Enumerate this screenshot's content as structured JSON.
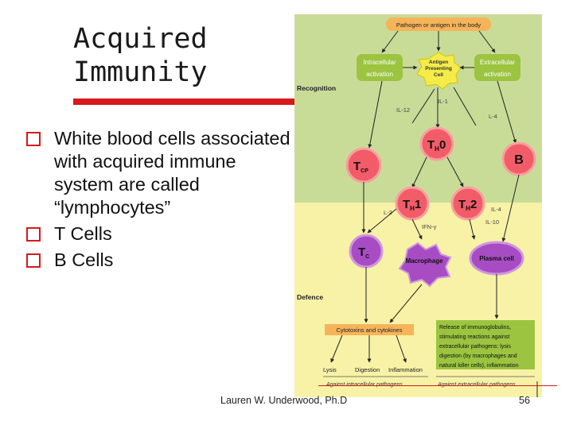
{
  "slide": {
    "title_lines": [
      "Acquired",
      "Immunity"
    ],
    "bullets": [
      "White blood cells associated with acquired immune system are called “lymphocytes”",
      "T Cells",
      "B Cells"
    ],
    "footer": "Lauren W. Underwood, Ph.D",
    "page_number": "56"
  },
  "diagram": {
    "top_box": "Pathogen or antigen in the body",
    "intracellular": [
      "Intracellular",
      "activation"
    ],
    "extracellular": [
      "Extracellular",
      "activation"
    ],
    "apc": [
      "Antigen",
      "Presenting",
      "Cell"
    ],
    "recognition_label": "Recognition",
    "defence_label": "Defence",
    "cytokines": {
      "il1": "IL-1",
      "il12": "IL-12",
      "l4": "L-4",
      "l2": "L-2",
      "ifn": "IFN-γ",
      "il4": "IL-4",
      "il10": "IL-10"
    },
    "cells": {
      "th0_main": "T",
      "th0_sub": "H",
      "th0_num": "0",
      "tcp_main": "T",
      "tcp_sub": "CP",
      "b": "B",
      "th1_main": "T",
      "th1_sub": "H",
      "th1_num": "1",
      "th2_main": "T",
      "th2_sub": "H",
      "th2_num": "2",
      "tc_main": "T",
      "tc_sub": "C",
      "macrophage": "Macrophage",
      "plasma": "Plasma cell"
    },
    "cytotoxins_box": "Cytotoxins and cytokines",
    "release_box": [
      "Release of immunoglobulins,",
      "stimulating reactions against",
      "extracellular pathogens: lysis",
      "digestion (by macrophages and",
      "natural killer cells), inflammation"
    ],
    "outcomes": [
      "Lysis",
      "Digestion",
      "Inflammation"
    ],
    "against_intra": "Against intracellular pathogens",
    "against_extra": "Against extracellular pathogens"
  },
  "colors": {
    "accent_red": "#d7191c",
    "recognition_bg": "#c8dc98",
    "defence_bg": "#f7f2a6",
    "box_orange": "#f6b45a",
    "box_green": "#9cc440",
    "cell_pink": "#f25c68",
    "cell_purple": "#a84cc4",
    "apc_yellow": "#f5ec4a"
  }
}
